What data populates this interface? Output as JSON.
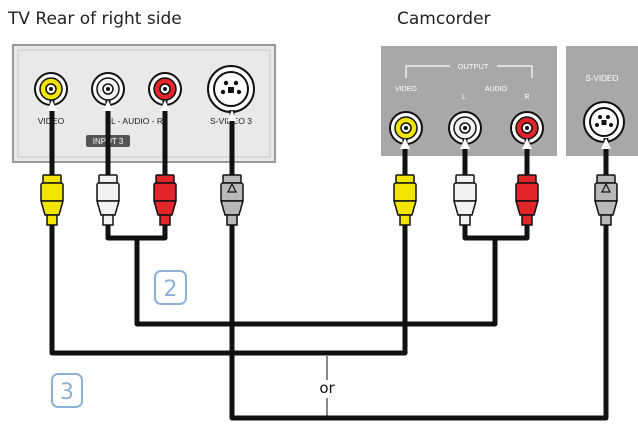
{
  "tv": {
    "title": "TV Rear of right side",
    "port_labels": {
      "video": "VIDEO",
      "audio": "L - AUDIO - R",
      "svideo": "S-VIDEO 3"
    },
    "input_badge": "INPUT 3"
  },
  "camcorder": {
    "title": "Camcorder",
    "output_label": "OUTPUT",
    "video_label": "VIDEO",
    "audio_label": "AUDIO",
    "left_label": "L",
    "right_label": "R",
    "svideo_label": "S-VIDEO"
  },
  "steps": {
    "two": "2",
    "three": "3"
  },
  "or_label": "or",
  "colors": {
    "yellow": "#f2e600",
    "red": "#e3242b",
    "white": "#f2f2f2",
    "panel": "#a8a8a8",
    "tv_panel": "#e9e9e9",
    "step": "#8fb1d6"
  }
}
